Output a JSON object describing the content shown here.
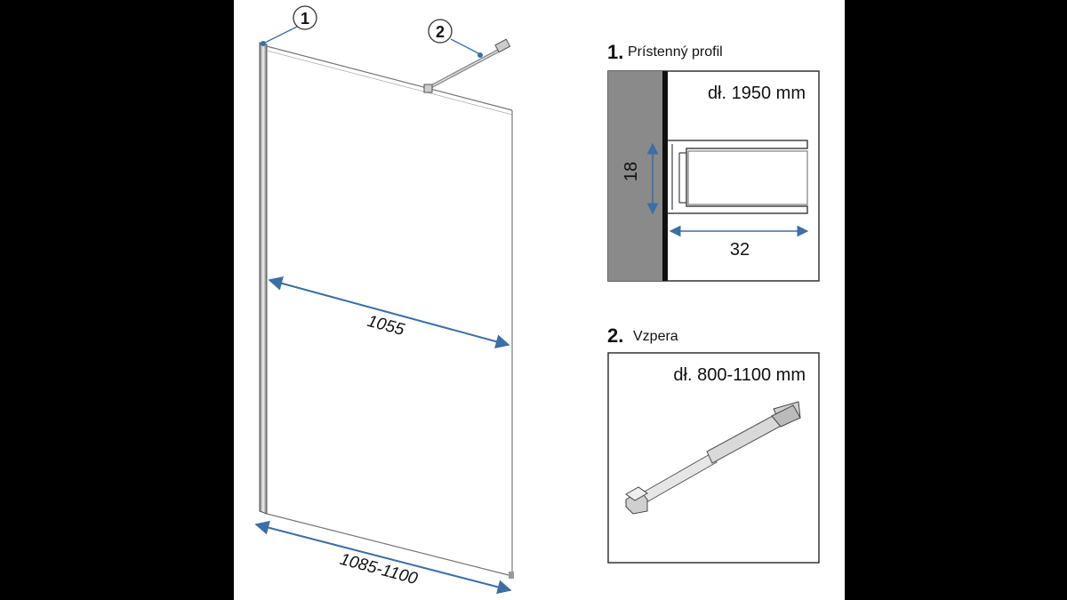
{
  "callouts": {
    "wall_profile": "1",
    "support_bar": "2"
  },
  "main_dimensions": {
    "panel_width": "1055",
    "total_width": "1085-1100"
  },
  "detail_profile": {
    "number": "1.",
    "title": "Prístenný profil",
    "length": "dł. 1950 mm",
    "dim_height": "18",
    "dim_width": "32"
  },
  "detail_bar": {
    "number": "2.",
    "title": "Vzpera",
    "length": "dł. 800-1100 mm"
  },
  "colors": {
    "dimension_blue": "#3b6fa6",
    "profile_grey": "#8a8a8a"
  }
}
